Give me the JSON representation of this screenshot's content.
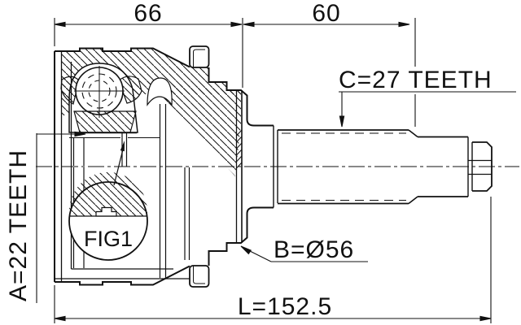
{
  "drawing": {
    "type": "technical-drawing",
    "subject": "CV joint outer race and splined shaft cross-section",
    "labels": {
      "dim_joint_width": "66",
      "dim_spline_length": "60",
      "outer_teeth": "C=27 TEETH",
      "inner_teeth": "A=22 TEETH",
      "outer_diameter": "B=Ø56",
      "total_length": "L=152.5",
      "detail_callout": "FIG1"
    },
    "colors": {
      "line": "#111111",
      "background": "#ffffff"
    }
  }
}
